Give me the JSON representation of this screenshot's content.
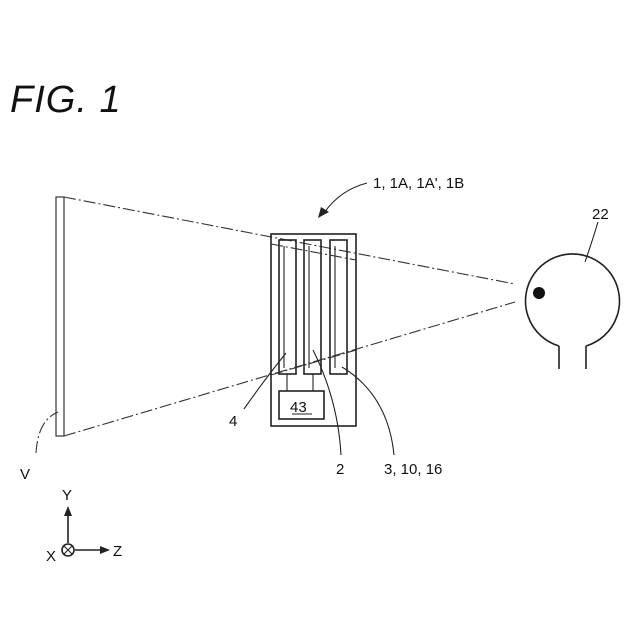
{
  "figure": {
    "title": "FIG. 1",
    "labels": {
      "device": "1, 1A, 1A', 1B",
      "eye": "22",
      "display_element": "4",
      "substrate": "2",
      "light_guide": "3, 10, 16",
      "controller": "43",
      "virtual_image": "V"
    },
    "axes": {
      "y": "Y",
      "x": "X",
      "z": "Z"
    }
  }
}
